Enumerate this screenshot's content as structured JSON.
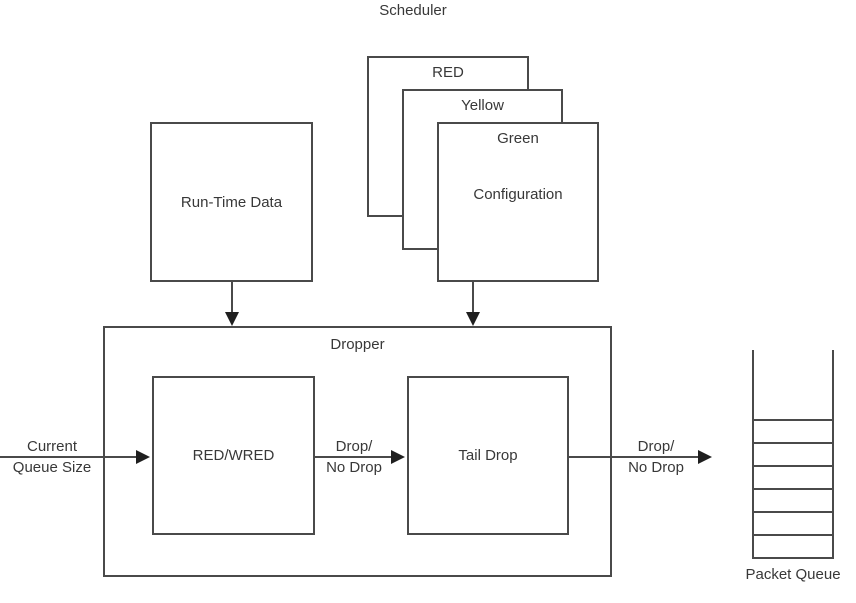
{
  "scheduler": {
    "title": "Scheduler",
    "profiles": [
      {
        "label": "RED"
      },
      {
        "label": "Yellow"
      },
      {
        "label": "Green"
      }
    ],
    "configuration_label": "Configuration"
  },
  "runtime_data": {
    "label": "Run-Time Data"
  },
  "dropper": {
    "label": "Dropper",
    "red_wred_label": "RED/WRED",
    "tail_drop_label": "Tail Drop"
  },
  "arrow_labels": {
    "input": {
      "line1": "Current",
      "line2": "Queue Size"
    },
    "internal": {
      "line1": "Drop/",
      "line2": "No Drop"
    },
    "output": {
      "line1": "Drop/",
      "line2": "No Drop"
    }
  },
  "packet_queue": {
    "label": "Packet Queue",
    "filled_slots": 6
  },
  "colors": {
    "line": "#4a4a4a",
    "arrowhead": "#1f1f1f",
    "text": "#383838",
    "background": "#ffffff"
  }
}
